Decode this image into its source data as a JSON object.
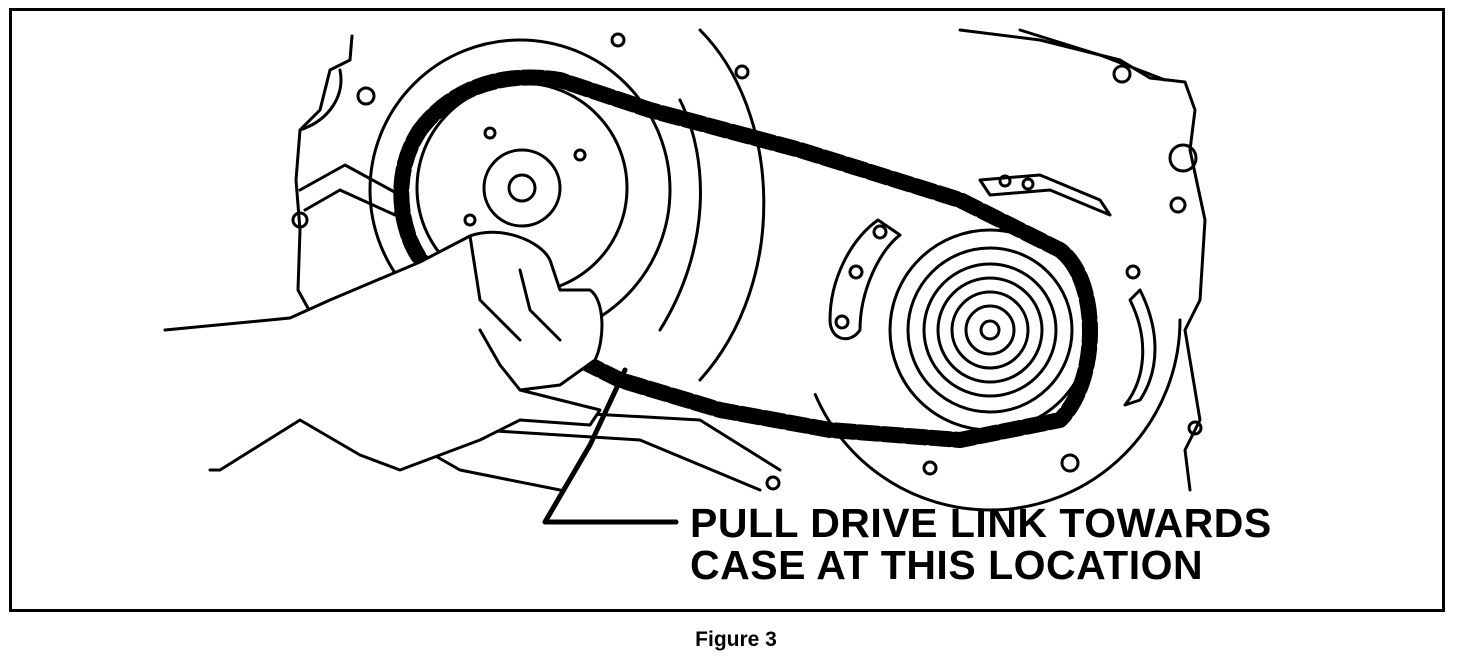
{
  "figure": {
    "callout_line1": "PULL DRIVE LINK TOWARDS",
    "callout_line2": "CASE AT THIS LOCATION",
    "caption": "Figure 3"
  },
  "colors": {
    "ink": "#000000",
    "paper": "#ffffff"
  }
}
